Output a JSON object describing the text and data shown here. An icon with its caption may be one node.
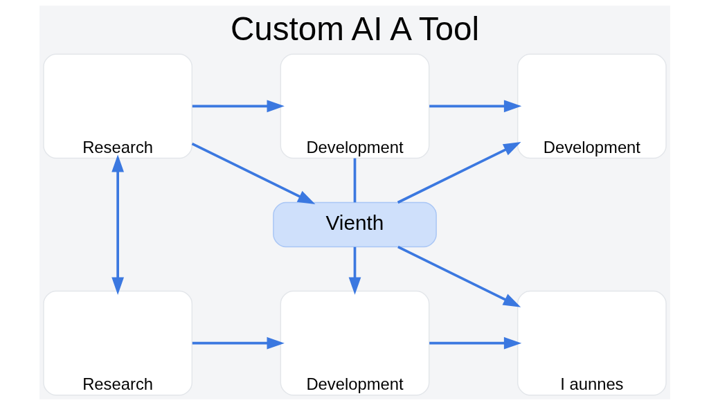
{
  "diagram": {
    "title": "Custom AI A Tool",
    "nodes": [
      {
        "text": [
          "Research"
        ]
      },
      {
        "text": [
          "Development"
        ]
      },
      {
        "text": [
          "Development"
        ]
      },
      {
        "text": [
          "Vienth"
        ]
      },
      {
        "text": [
          "Research"
        ]
      },
      {
        "text": [
          "Development"
        ]
      },
      {
        "text": [
          "I aunnes"
        ]
      }
    ],
    "edges": [
      {
        "from": 0,
        "to": 1,
        "arrow": "to"
      },
      {
        "from": 1,
        "to": 2,
        "arrow": "to"
      },
      {
        "from": 0,
        "to": 4,
        "arrow": "both"
      },
      {
        "from": 0,
        "to": 3,
        "arrow": "to"
      },
      {
        "from": 1,
        "to": 3,
        "arrow": "none"
      },
      {
        "from": 3,
        "to": 5,
        "arrow": "to"
      },
      {
        "from": 3,
        "to": 2,
        "arrow": "to"
      },
      {
        "from": 3,
        "to": 6,
        "arrow": "to"
      },
      {
        "from": 4,
        "to": 5,
        "arrow": "to"
      },
      {
        "from": 5,
        "to": 6,
        "arrow": "to"
      }
    ]
  }
}
